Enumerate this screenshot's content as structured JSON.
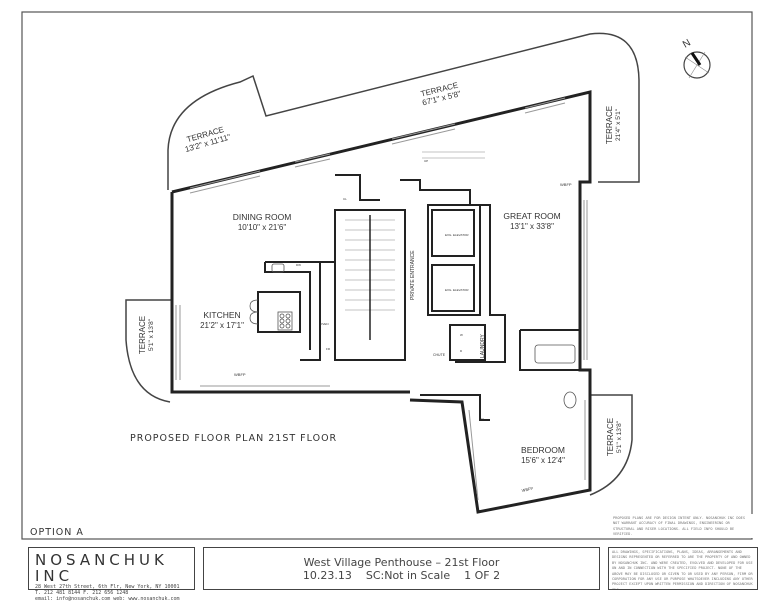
{
  "drawing": {
    "plan_title": "PROPOSED FLOOR PLAN 21ST FLOOR",
    "option": "OPTION A",
    "north_label": "N",
    "rooms": {
      "dining": {
        "name": "DINING ROOM",
        "dims": "10'10\" x 21'6\""
      },
      "great": {
        "name": "GREAT ROOM",
        "dims": "13'1\" x 33'8\""
      },
      "kitchen": {
        "name": "KITCHEN",
        "dims": "21'2\" x 17'1\""
      },
      "bedroom": {
        "name": "BEDROOM",
        "dims": "15'6\" x 12'4\""
      },
      "terrace_nw": {
        "name": "TERRACE",
        "dims": "13'2\" x 11'11\""
      },
      "terrace_n": {
        "name": "TERRACE",
        "dims": "67'1\" x 5'8\""
      },
      "terrace_ne": {
        "name": "TERRACE",
        "dims": "21'4\" x 5'1\""
      },
      "terrace_w": {
        "name": "TERRACE",
        "dims": "5'1\" x 13'8\""
      },
      "terrace_se": {
        "name": "TERRACE",
        "dims": "5'1\" x 13'8\""
      }
    },
    "small_labels": {
      "private_entrance": "PRIVATE ENTRANCE",
      "laundry": "LAUNDRY",
      "chute": "CHUTE",
      "elevator": "EXG. ELEVATOR",
      "wbfp": "WBFP",
      "oven": "OVEN",
      "dw": "DW",
      "cl": "CL",
      "fr": "FR",
      "w": "W",
      "d": "D",
      "up": "UP"
    },
    "notes": "PROPOSED PLANS ARE FOR DESIGN INTENT ONLY. NOSANCHUK INC DOES NOT WARRANT ACCURACY OF FINAL DRAWINGS, ENGINEERING OR STRUCTURAL AND RISER LOCATIONS. ALL FIELD INFO SHOULD BE VERIFIED."
  },
  "title_block": {
    "company": "NOSANCHUK INC",
    "address": "28 West 27th Street, 6th Flr, New York, NY 10001",
    "phone": "T. 212 481 8144   F. 212 656 1248",
    "web": "email: info@nosanchuk.com  web: www.nosanchuk.com",
    "project": "West Village Penthouse – 21st Floor",
    "date": "10.23.13",
    "scale": "SC:Not in Scale",
    "sheet": "1 OF 2",
    "legal": "ALL DRAWINGS, SPECIFICATIONS, PLANS, IDEAS, ARRANGEMENTS AND DESIGNS REPRESENTED OR REFERRED TO ARE THE PROPERTY OF AND OWNED BY NOSANCHUK INC. AND WERE CREATED, EVOLVED AND DEVELOPED FOR USE ON AND IN CONNECTION WITH THE SPECIFIED PROJECT. NONE OF THE ABOVE MAY BE DISCLOSED OR GIVEN TO OR USED BY ANY PERSON, FIRM OR CORPORATION FOR ANY USE OR PURPOSE WHATSOEVER INCLUDING ANY OTHER PROJECT EXCEPT UPON WRITTEN PERMISSION AND DIRECTION OF NOSANCHUK INC."
  }
}
